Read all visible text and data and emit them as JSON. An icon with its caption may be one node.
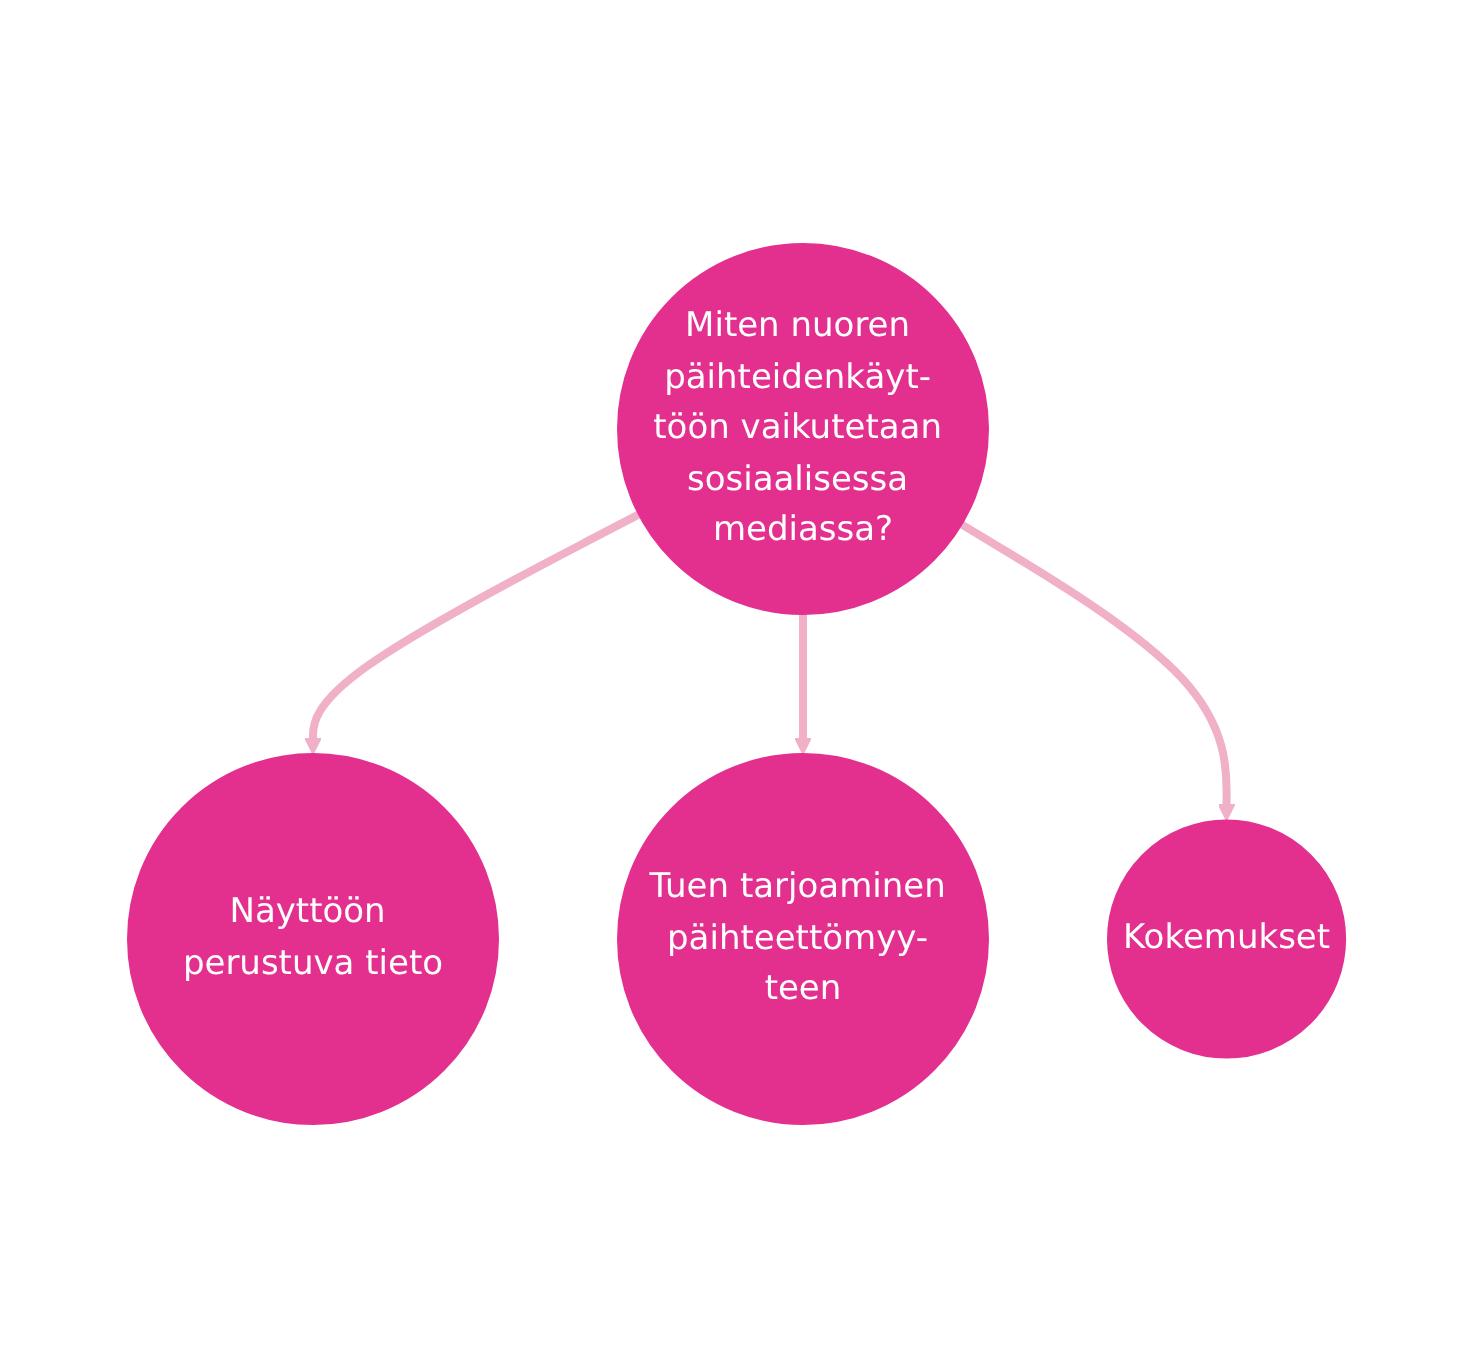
{
  "diagram": {
    "nodes": [
      {
        "text": [
          "Näyttöön perustuva tieto"
        ]
      },
      {
        "text": [
          "Miten nuoren päihteidenkäyt- töön vaikutetaan sosiaalisessa mediassa?"
        ]
      },
      {
        "text": [
          "Tuen tarjoaminen päihteettömyy- teen"
        ]
      },
      {
        "text": [
          "Kokemukset"
        ]
      }
    ],
    "edges": [
      {
        "from": 1,
        "to": 0,
        "arrow": "to"
      },
      {
        "from": 1,
        "to": 2,
        "arrow": "to"
      },
      {
        "from": 1,
        "to": 3,
        "arrow": "to"
      }
    ]
  }
}
